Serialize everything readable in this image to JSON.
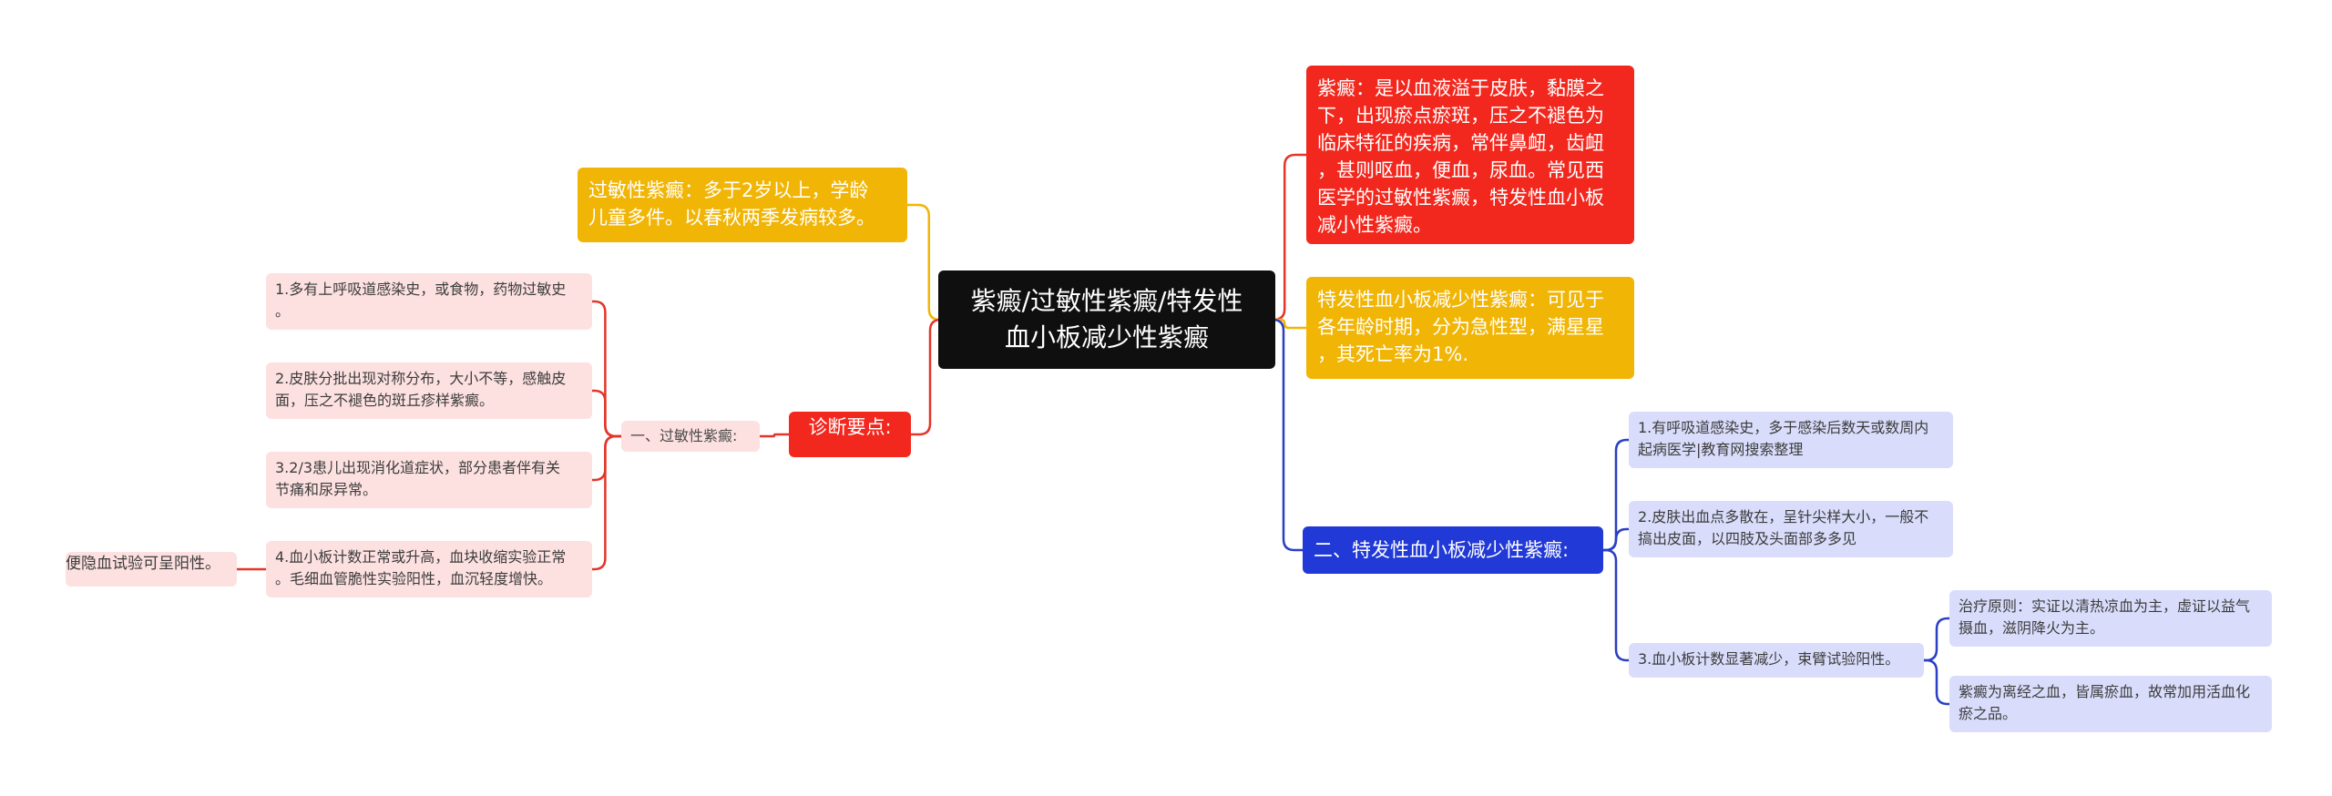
{
  "diagram": {
    "root": {
      "text": "紫癜/过敏性紫癜/特发性\n血小板减少性紫癜"
    },
    "right": {
      "definition": {
        "text": "紫癜：是以血液溢于皮肤，黏膜之\n下，出现瘀点瘀斑，压之不褪色为\n临床特征的疾病，常伴鼻衄，齿衄\n，甚则呕血，便血，尿血。常见西\n医学的过敏性紫癜，特发性血小板\n减小性紫癜。"
      },
      "itp_age": {
        "text": "特发性血小板减少性紫癜：可见于\n各年龄时期，分为急性型，满星星\n，其死亡率为1%."
      },
      "itp_section": {
        "text": "二、特发性血小板减少性紫癜:"
      },
      "itp_points": [
        {
          "text": "1.有呼吸道感染史，多于感染后数天或数周内\n起病医学|教育网搜索整理"
        },
        {
          "text": "2.皮肤出血点多散在，呈针尖样大小，一般不\n搞出皮面，以四肢及头面部多多见"
        },
        {
          "text": "3.血小板计数显著减少，束臂试验阳性。"
        }
      ],
      "treatment": [
        {
          "text": "治疗原则：实证以清热凉血为主，虚证以益气\n摄血，滋阴降火为主。"
        },
        {
          "text": "紫癜为离经之血，皆属瘀血，故常加用活血化\n瘀之品。"
        }
      ]
    },
    "left": {
      "allergic_age": {
        "text": "过敏性紫癜：多于2岁以上，学龄\n儿童多件。以春秋两季发病较多。"
      },
      "diagnosis": {
        "text": "诊断要点:"
      },
      "allergic_section": {
        "text": "一、过敏性紫癜:"
      },
      "allergic_points": [
        {
          "text": "1.多有上呼吸道感染史，或食物，药物过敏史\n。"
        },
        {
          "text": "2.皮肤分批出现对称分布，大小不等，感触皮\n面，压之不褪色的斑丘疹样紫癜。"
        },
        {
          "text": "3.2/3患儿出现消化道症状，部分患者伴有关\n节痛和尿异常。"
        },
        {
          "text": "4.血小板计数正常或升高，血块收缩实验正常\n。毛细血管脆性实验阳性，血沉轻度增快。"
        }
      ],
      "occult_blood": {
        "text": "便隐血试验可呈阳性。"
      }
    }
  },
  "colors": {
    "root": "#0f0f0f",
    "red": "#f2281e",
    "yellow": "#f1b505",
    "blue": "#2139d6",
    "pink": "#fde0e0",
    "lavender": "#d9ddfb",
    "red_line": "#e3352a",
    "yellow_line": "#f1b505",
    "blue_line": "#2b3fc4"
  }
}
